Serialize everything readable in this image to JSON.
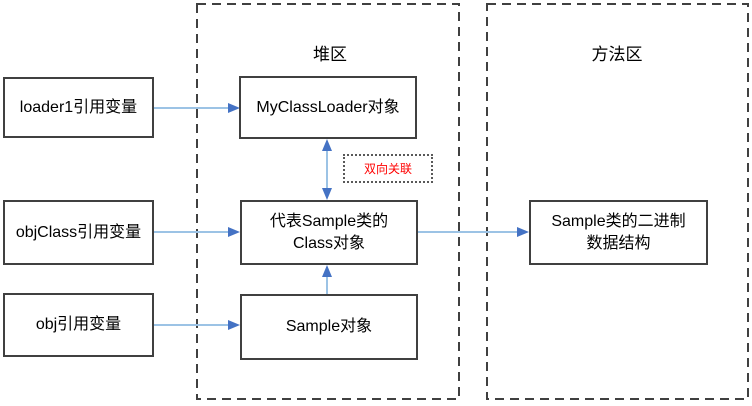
{
  "colors": {
    "arrow_line": "#9CC3E5",
    "arrow_head": "#4472C4",
    "box_border": "#404040",
    "container_border": "#404040",
    "annotation_text": "#FF0000",
    "annotation_border": "#595959"
  },
  "stack_refs": {
    "boxes": [
      {
        "label": "loader1引用变量"
      },
      {
        "label": "objClass引用变量"
      },
      {
        "label": "obj引用变量"
      }
    ]
  },
  "heap": {
    "title": "堆区",
    "boxes": [
      {
        "label": "MyClassLoader对象"
      },
      {
        "label": "代表Sample类的\nClass对象"
      },
      {
        "label": "Sample对象"
      }
    ]
  },
  "method_area": {
    "title": "方法区",
    "boxes": [
      {
        "label": "Sample类的二进制\n数据结构"
      }
    ]
  },
  "annotation": {
    "label": "双向关联"
  }
}
